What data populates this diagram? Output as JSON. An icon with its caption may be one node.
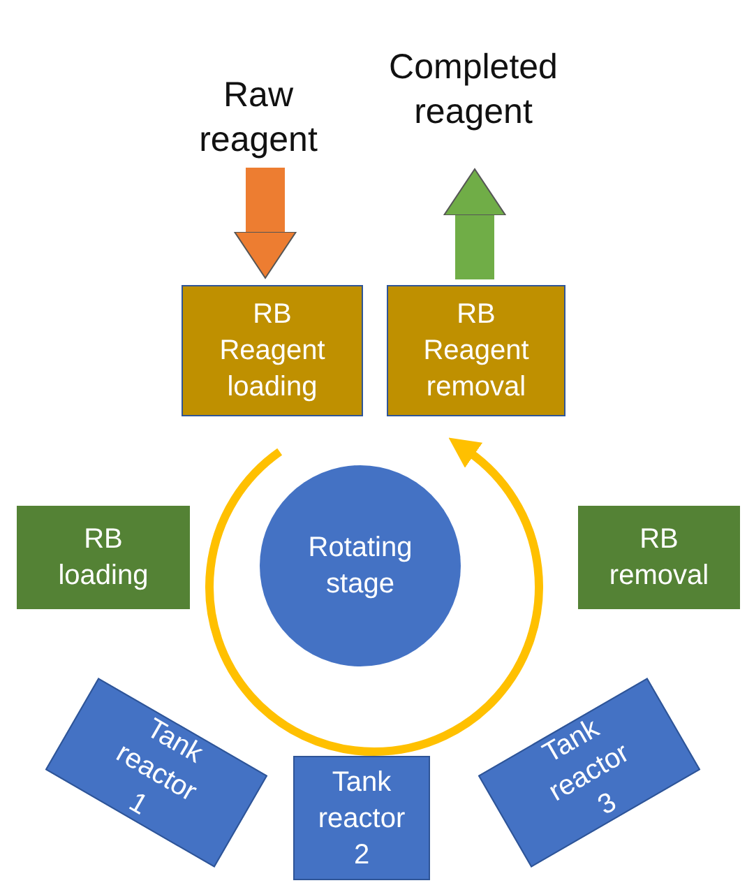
{
  "diagram": {
    "nodes": [
      {
        "text": [
          "Raw reagent"
        ]
      },
      {
        "text": [
          "Completed reagent"
        ]
      },
      {
        "text": [
          "RB Reagent loading"
        ]
      },
      {
        "text": [
          "RB Reagent removal"
        ]
      },
      {
        "text": [
          "RB loading"
        ]
      },
      {
        "text": [
          "Rotating stage"
        ]
      },
      {
        "text": [
          "RB removal"
        ]
      },
      {
        "text": [
          "Tank reactor 1"
        ]
      },
      {
        "text": [
          "Tank reactor 2"
        ]
      },
      {
        "text": [
          "Tank reactor 3"
        ]
      }
    ],
    "edges": [
      {
        "from": 0,
        "to": 2,
        "arrow": "to",
        "color": "#ed7d31"
      },
      {
        "from": 3,
        "to": 1,
        "arrow": "to",
        "color": "#70ad47"
      }
    ]
  }
}
